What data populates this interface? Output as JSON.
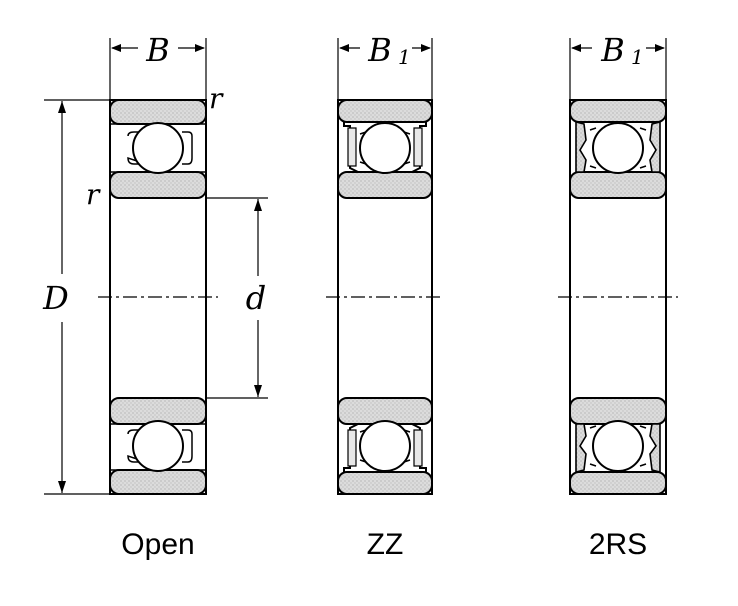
{
  "colors": {
    "ink": "#000000",
    "ring_fill": "#d4d4d4",
    "background": "#ffffff"
  },
  "bearings": [
    {
      "name": "open",
      "caption": "Open",
      "width_symbol": "B",
      "width_subscript": "",
      "seal": "none",
      "corner_radius_symbol": "r",
      "outer_diameter_symbol": "D",
      "bore_diameter_symbol": "d"
    },
    {
      "name": "zz",
      "caption": "ZZ",
      "width_symbol": "B",
      "width_subscript": "1",
      "seal": "metal-shield"
    },
    {
      "name": "2rs",
      "caption": "2RS",
      "width_symbol": "B",
      "width_subscript": "1",
      "seal": "rubber-seal"
    }
  ]
}
